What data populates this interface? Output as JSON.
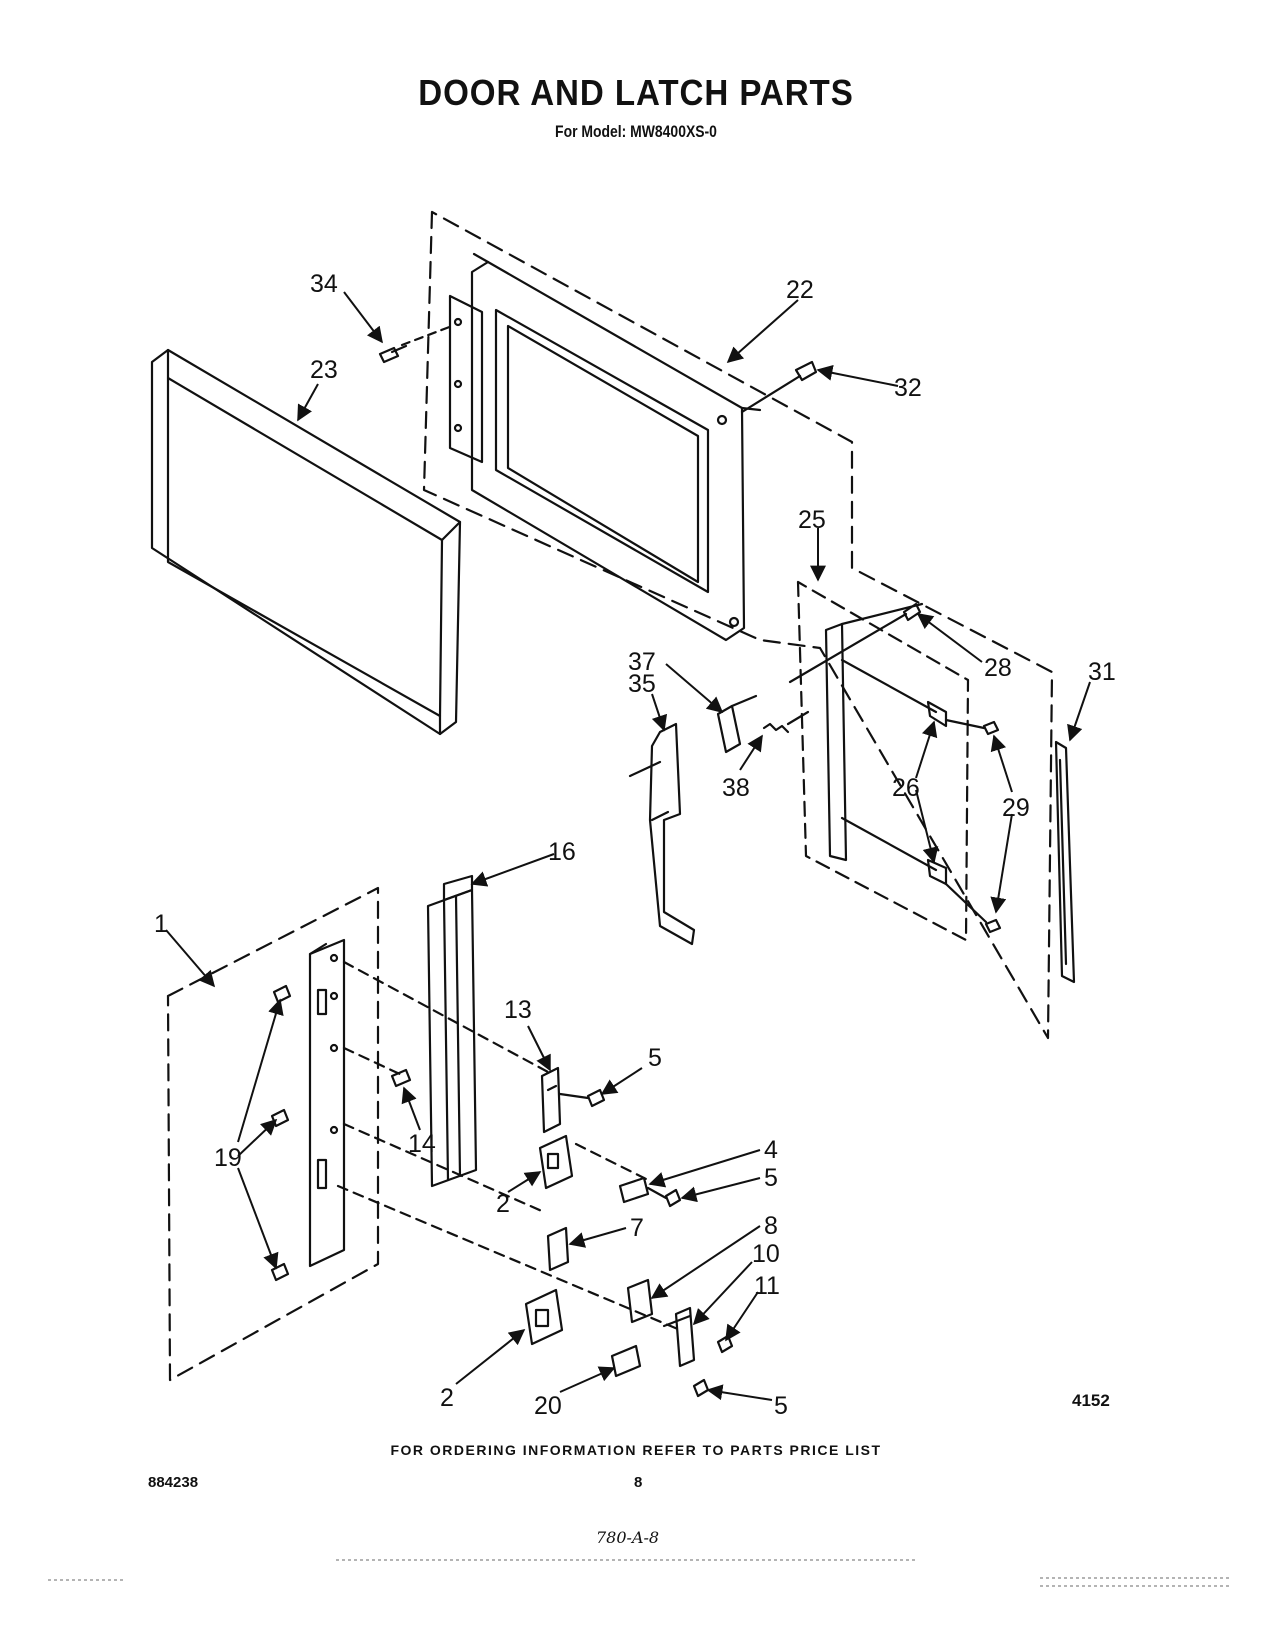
{
  "title": "DOOR AND LATCH PARTS",
  "subtitle": "For Model: MW8400XS-0",
  "callouts": [
    {
      "id": "c34",
      "label": "34"
    },
    {
      "id": "c22",
      "label": "22"
    },
    {
      "id": "c23",
      "label": "23"
    },
    {
      "id": "c32",
      "label": "32"
    },
    {
      "id": "c25",
      "label": "25"
    },
    {
      "id": "c28",
      "label": "28"
    },
    {
      "id": "c31",
      "label": "31"
    },
    {
      "id": "c37",
      "label": "37"
    },
    {
      "id": "c35",
      "label": "35"
    },
    {
      "id": "c38",
      "label": "38"
    },
    {
      "id": "c26",
      "label": "26"
    },
    {
      "id": "c29",
      "label": "29"
    },
    {
      "id": "c16",
      "label": "16"
    },
    {
      "id": "c1",
      "label": "1"
    },
    {
      "id": "c13",
      "label": "13"
    },
    {
      "id": "c5a",
      "label": "5"
    },
    {
      "id": "c14",
      "label": "14"
    },
    {
      "id": "c19",
      "label": "19"
    },
    {
      "id": "c4",
      "label": "4"
    },
    {
      "id": "c5b",
      "label": "5"
    },
    {
      "id": "c2a",
      "label": "2"
    },
    {
      "id": "c7",
      "label": "7"
    },
    {
      "id": "c8",
      "label": "8"
    },
    {
      "id": "c10",
      "label": "10"
    },
    {
      "id": "c11",
      "label": "11"
    },
    {
      "id": "c2b",
      "label": "2"
    },
    {
      "id": "c20",
      "label": "20"
    },
    {
      "id": "c5c",
      "label": "5"
    }
  ],
  "figure_number": "4152",
  "footer_note": "FOR ORDERING INFORMATION REFER TO PARTS PRICE LIST",
  "document_number": "884238",
  "page_number": "8",
  "handwritten_code": "780-A-8"
}
